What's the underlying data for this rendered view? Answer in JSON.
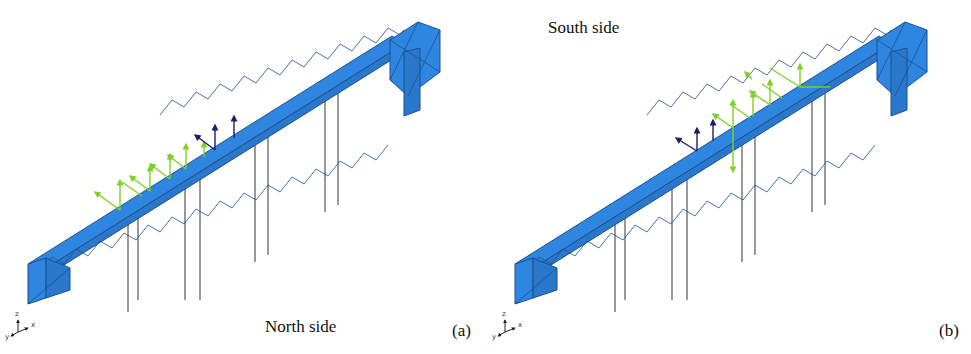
{
  "diagram": {
    "labels": [
      "South side",
      "North side",
      "(a)",
      "(b)",
      "z",
      "y",
      "x",
      "z",
      "y",
      "x"
    ]
  }
}
